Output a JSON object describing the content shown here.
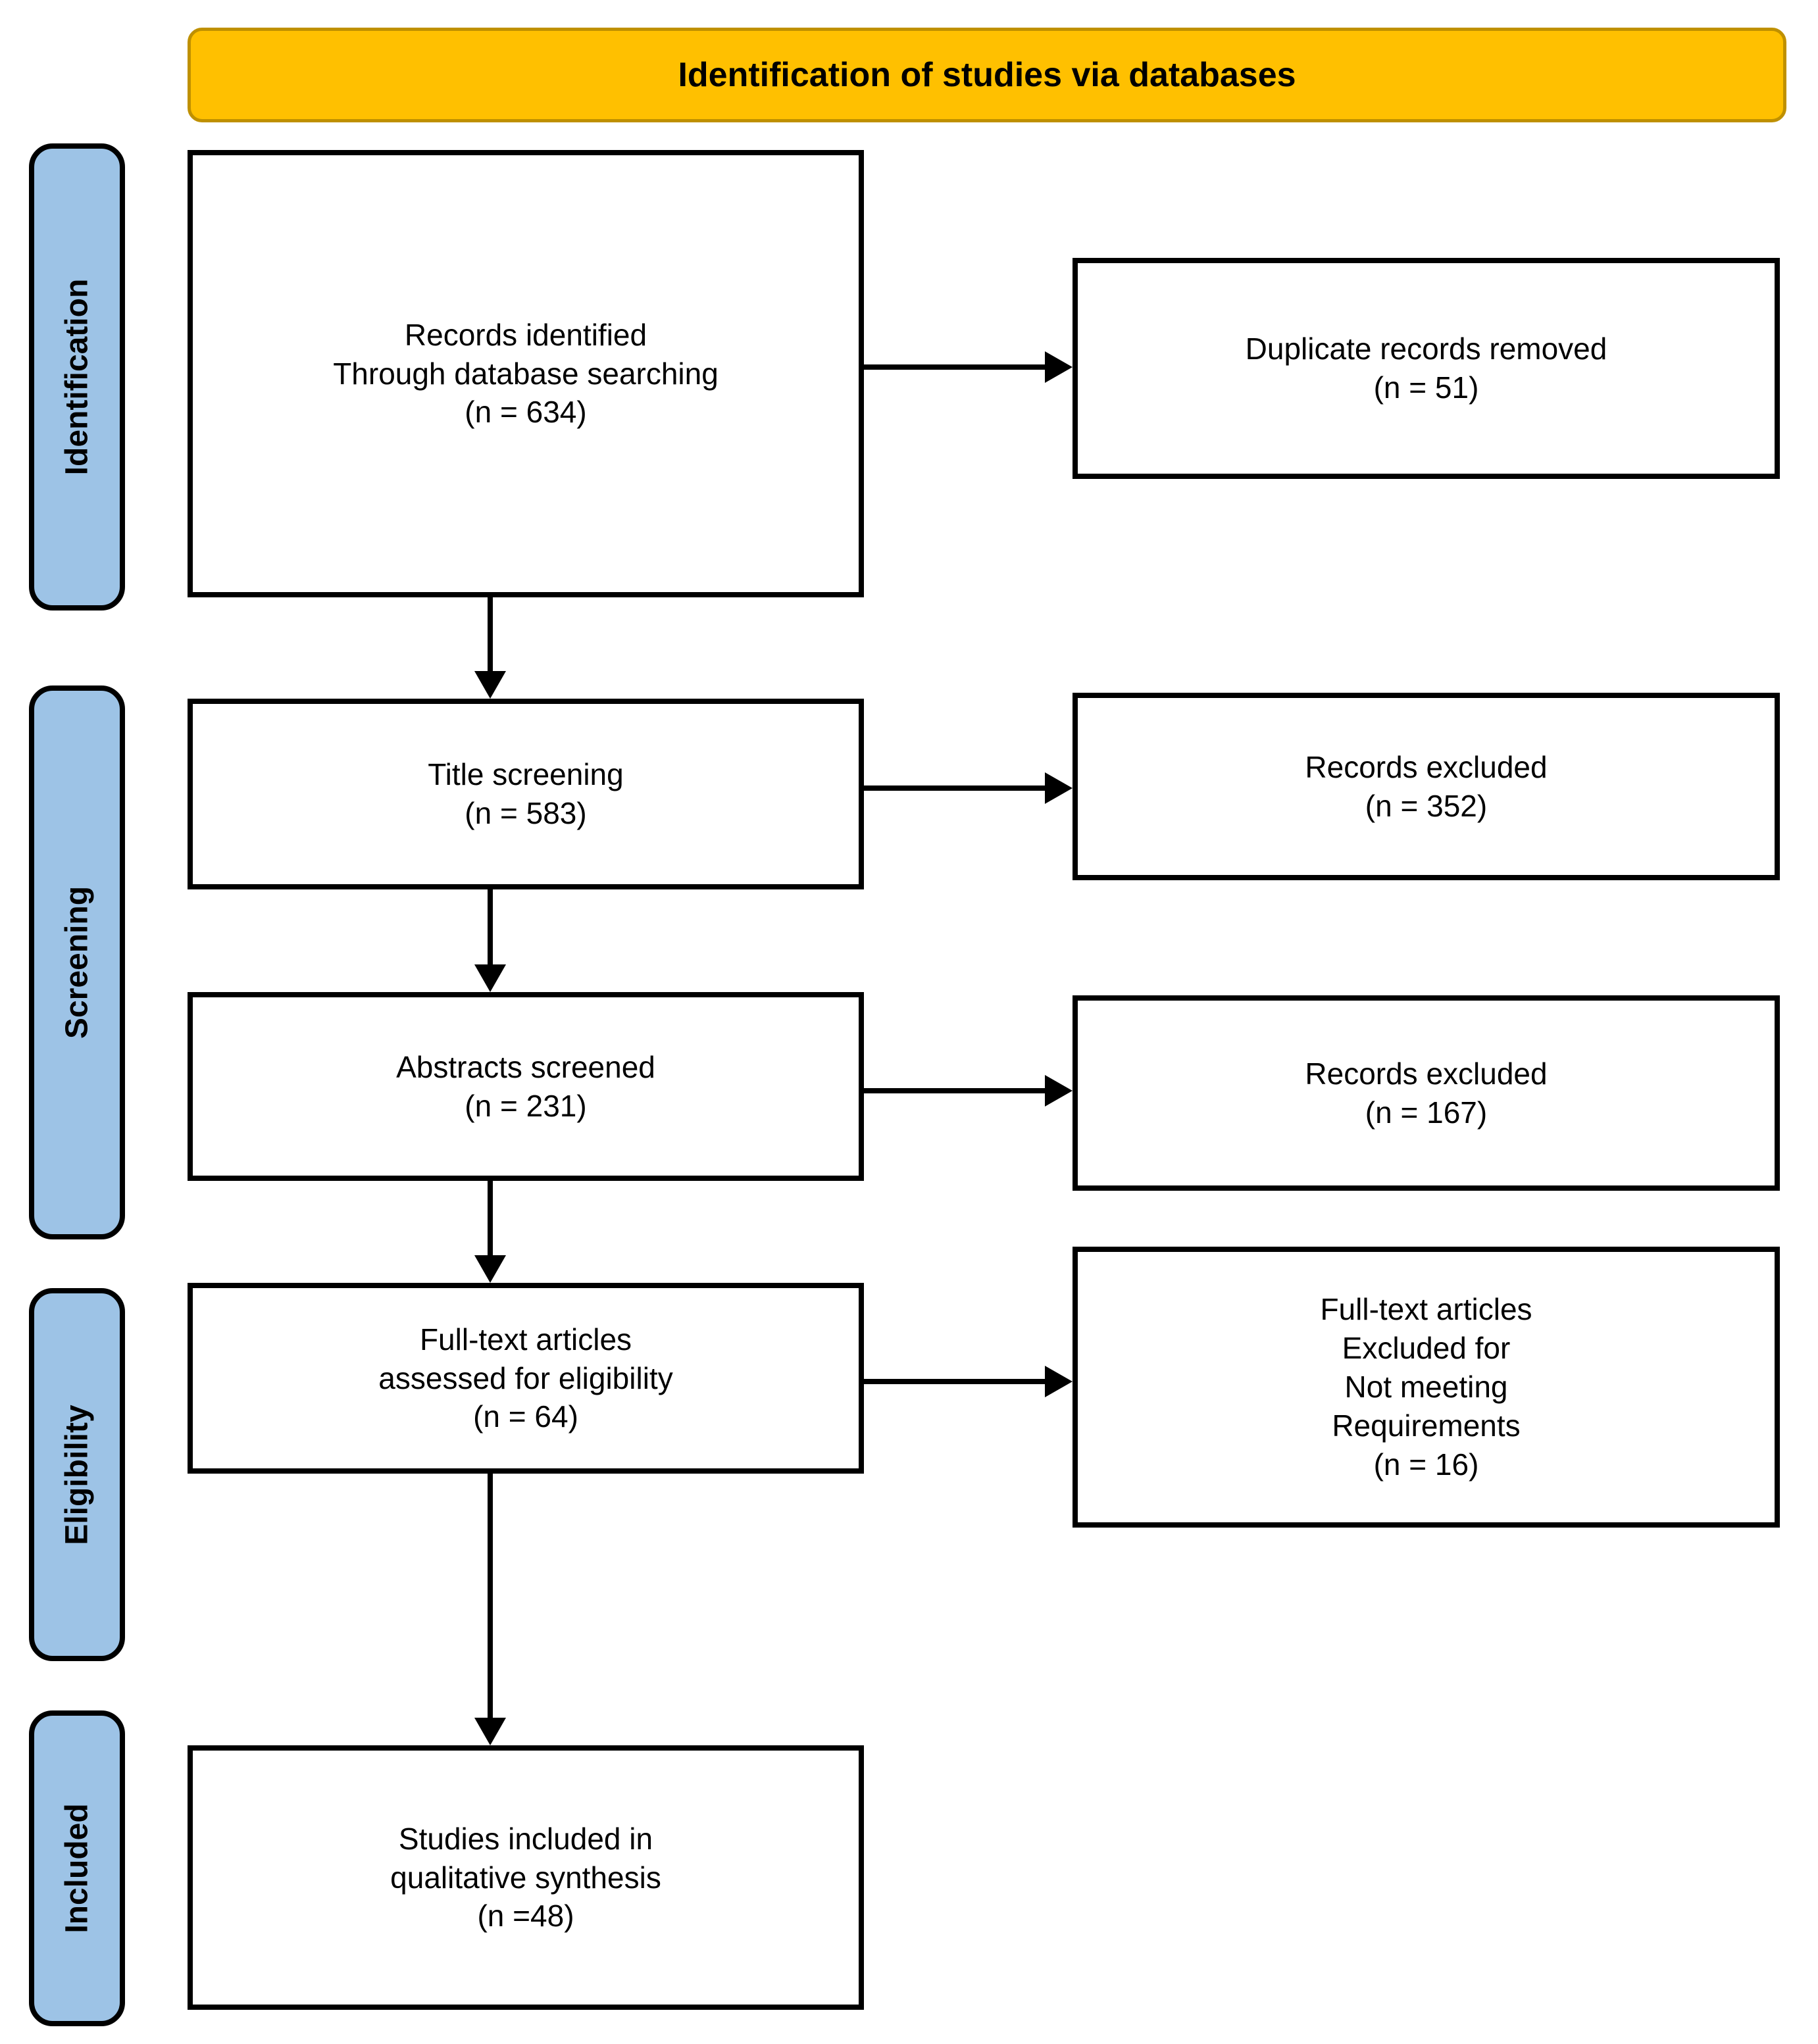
{
  "header": {
    "title": "Identification of studies via databases"
  },
  "stages": [
    {
      "label": "Identification"
    },
    {
      "label": "Screening"
    },
    {
      "label": "Eligibility"
    },
    {
      "label": "Included"
    }
  ],
  "flow": {
    "main": [
      {
        "lines": [
          "Records identified",
          "Through database searching",
          "(n = 634)"
        ]
      },
      {
        "lines": [
          "Title screening",
          "(n = 583)"
        ]
      },
      {
        "lines": [
          "Abstracts screened",
          "(n = 231)"
        ]
      },
      {
        "lines": [
          "Full-text articles",
          "assessed for eligibility",
          "(n = 64)"
        ]
      },
      {
        "lines": [
          "Studies included in",
          "qualitative synthesis",
          "(n =48)"
        ]
      }
    ],
    "side": [
      {
        "lines": [
          "Duplicate records removed",
          "(n = 51)"
        ]
      },
      {
        "lines": [
          "Records excluded",
          "(n = 352)"
        ]
      },
      {
        "lines": [
          "Records excluded",
          "(n = 167)"
        ]
      },
      {
        "lines": [
          "Full-text articles",
          "Excluded for",
          "Not meeting",
          "Requirements",
          "(n = 16)"
        ]
      }
    ]
  },
  "colors": {
    "header_fill": "#FFC000",
    "header_border": "#BF9000",
    "stage_fill": "#9DC3E6",
    "stage_border": "#000000",
    "box_border": "#000000",
    "text_color": "#000000"
  }
}
